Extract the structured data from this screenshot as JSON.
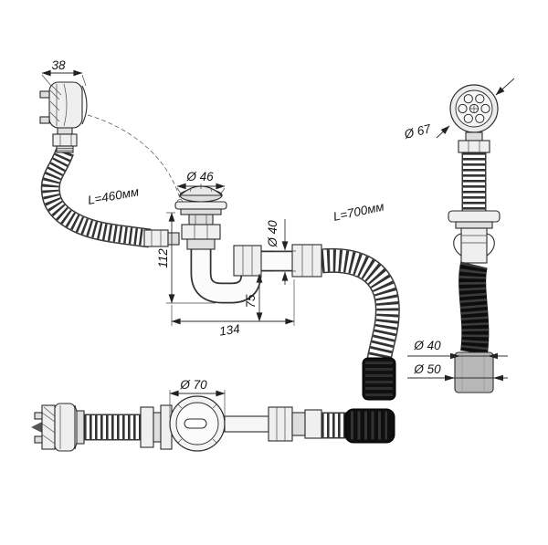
{
  "page": {
    "background": "#ffffff"
  },
  "drawing": {
    "kind": "plumbing-siphon-drain-assembly-technical-drawing",
    "labels": {
      "dim_38": "38",
      "left_hose_length": "L=460мм",
      "dia_46": "Ø 46",
      "dia_40_center": "Ø 40",
      "right_hose_length": "L=700мм",
      "dim_112": "112",
      "dim_75": "75",
      "dim_134": "134",
      "dia_67": "Ø 67",
      "dia_40_right": "Ø 40",
      "dia_50": "Ø 50",
      "dia_70": "Ø 70"
    },
    "colors": {
      "line": "#2b2b2b",
      "black_hose": "#0f0f0f",
      "gray_cuff": "#b7b7b7",
      "background": "#ffffff"
    }
  }
}
